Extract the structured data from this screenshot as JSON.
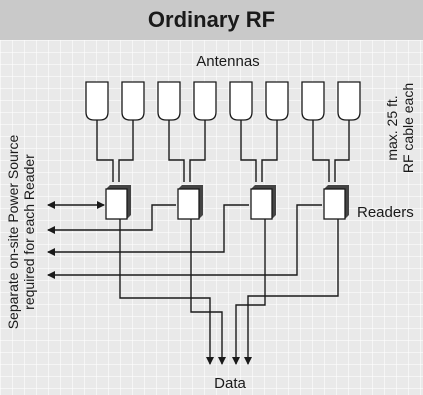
{
  "header": {
    "title": "Ordinary RF"
  },
  "labels": {
    "antennas": "Antennas",
    "cable_line1": "max. 25 ft.",
    "cable_line2": "RF cable each",
    "readers": "Readers",
    "power_line1": "Separate on-site Power Source",
    "power_line2": "required for each Reader",
    "data": "Data"
  },
  "colors": {
    "header_bg": "#c9c9c9",
    "panel_bg": "#e9e9e9",
    "line": "#1a1a1a",
    "antenna_fill": "#ffffff"
  }
}
